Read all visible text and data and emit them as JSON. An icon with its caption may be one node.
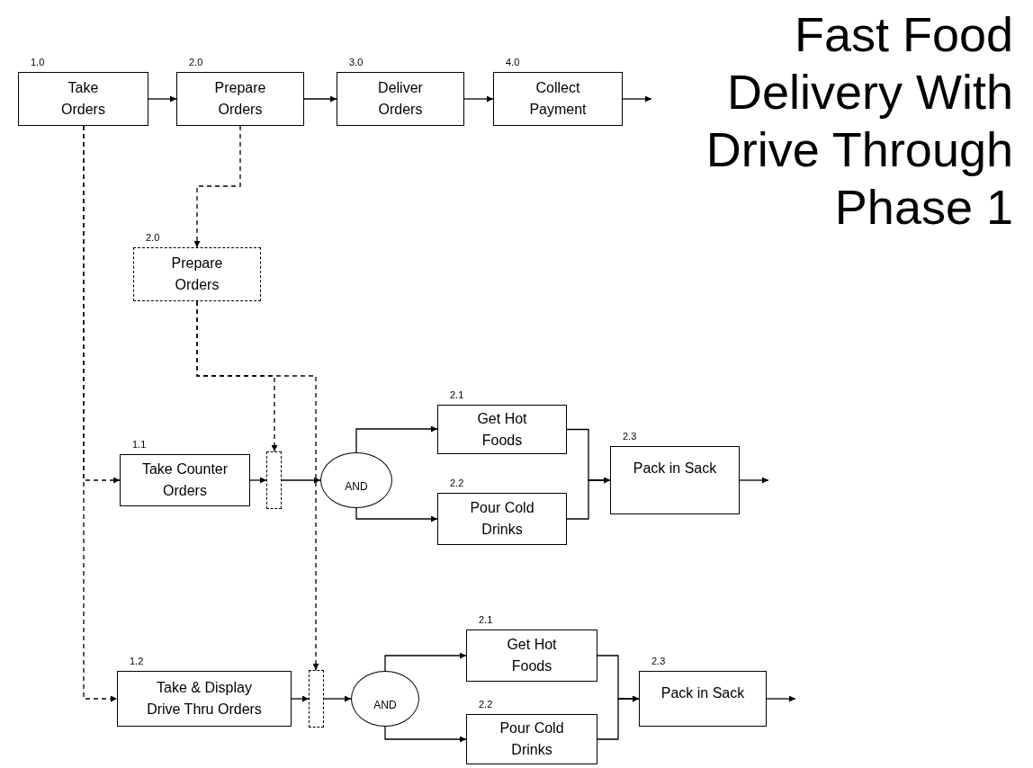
{
  "diagram": {
    "title": "Fast Food Delivery With Drive Through Phase 1",
    "nodes": [
      {
        "text": [
          "Take Orders"
        ],
        "beside": [
          "1.0"
        ]
      },
      {
        "text": [
          "Prepare Orders"
        ],
        "beside": [
          "2.0"
        ]
      },
      {
        "text": [
          "Deliver Orders"
        ],
        "beside": [
          "3.0"
        ]
      },
      {
        "text": [
          "Collect Payment"
        ],
        "beside": [
          "4.0"
        ]
      },
      {
        "text": [
          "Prepare Orders"
        ],
        "beside": [
          "2.0"
        ]
      },
      {
        "text": [
          "Take Counter Orders"
        ],
        "beside": [
          "1.1"
        ]
      },
      {
        "text": [],
        "shape": "box"
      },
      {
        "text": [
          "AND"
        ]
      },
      {
        "text": [
          "Get Hot Foods"
        ],
        "beside": [
          "2.1"
        ]
      },
      {
        "text": [
          "Pour Cold Drinks"
        ],
        "beside": [
          "2.2"
        ]
      },
      {
        "text": [
          "Pack in Sack"
        ],
        "beside": [
          "2.3"
        ]
      },
      {
        "text": [
          "Take & Display Drive Thru Orders"
        ],
        "beside": [
          "1.2"
        ]
      },
      {
        "text": [],
        "shape": "box"
      },
      {
        "text": [
          "AND"
        ]
      },
      {
        "text": [
          "Get Hot Foods"
        ],
        "beside": [
          "2.1"
        ]
      },
      {
        "text": [
          "Pour Cold Drinks"
        ],
        "beside": [
          "2.2"
        ]
      },
      {
        "text": [
          "Pack in Sack"
        ],
        "beside": [
          "2.3"
        ]
      }
    ],
    "edges": [
      {
        "from": 0,
        "to": 1,
        "arrow": "to"
      },
      {
        "from": 1,
        "to": 2,
        "arrow": "to"
      },
      {
        "from": 2,
        "to": 3,
        "arrow": "to"
      },
      {
        "from": 3,
        "to": null,
        "arrow": "to"
      },
      {
        "from": 1,
        "to": 4,
        "arrow": "to",
        "style": "dashed"
      },
      {
        "from": 0,
        "to": 5,
        "arrow": "to",
        "style": "dashed"
      },
      {
        "from": 0,
        "to": 11,
        "arrow": "to",
        "style": "dashed"
      },
      {
        "from": 4,
        "to": 6,
        "arrow": "to",
        "style": "dashed"
      },
      {
        "from": 4,
        "to": 12,
        "arrow": "to",
        "style": "dashed"
      },
      {
        "from": 5,
        "to": 6,
        "arrow": "to"
      },
      {
        "from": 6,
        "to": 7,
        "arrow": "to"
      },
      {
        "from": 7,
        "to": 8,
        "arrow": "to"
      },
      {
        "from": 7,
        "to": 9,
        "arrow": "to"
      },
      {
        "from": 8,
        "to": 10,
        "arrow": "to"
      },
      {
        "from": 9,
        "to": 10,
        "arrow": "to"
      },
      {
        "from": 10,
        "to": null,
        "arrow": "to"
      },
      {
        "from": 11,
        "to": 12,
        "arrow": "to"
      },
      {
        "from": 12,
        "to": 13,
        "arrow": "to"
      },
      {
        "from": 13,
        "to": 14,
        "arrow": "to"
      },
      {
        "from": 13,
        "to": 15,
        "arrow": "to"
      },
      {
        "from": 14,
        "to": 16,
        "arrow": "to"
      },
      {
        "from": 15,
        "to": 16,
        "arrow": "to"
      },
      {
        "from": 16,
        "to": null,
        "arrow": "to"
      }
    ]
  }
}
